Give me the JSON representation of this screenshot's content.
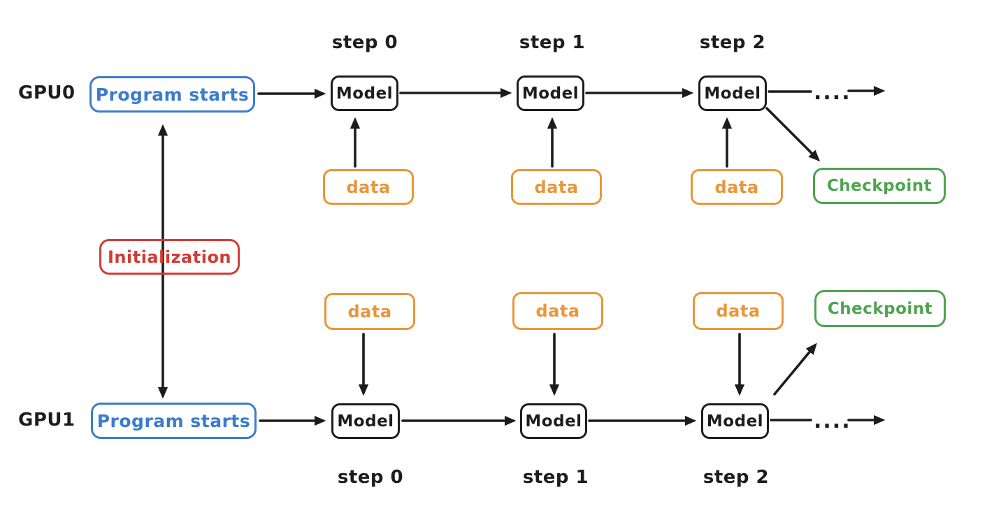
{
  "diagram": {
    "title_implied": "Distributed training timeline across two GPUs",
    "colors": {
      "program_box": "#3b7cce",
      "model_box": "#1d1d1d",
      "data_box": "#e8963a",
      "checkpoint_box": "#4fa350",
      "initialization_box": "#d23b35",
      "arrow": "#1c1c1c",
      "background": "#ffffff"
    },
    "labels": {
      "gpu0": "GPU0",
      "gpu1": "GPU1",
      "program_starts": "Program starts",
      "model": "Model",
      "data": "data",
      "checkpoint": "Checkpoint",
      "initialization": "Initialization",
      "ellipsis": "....",
      "steps": [
        "step 0",
        "step 1",
        "step 2"
      ]
    }
  }
}
